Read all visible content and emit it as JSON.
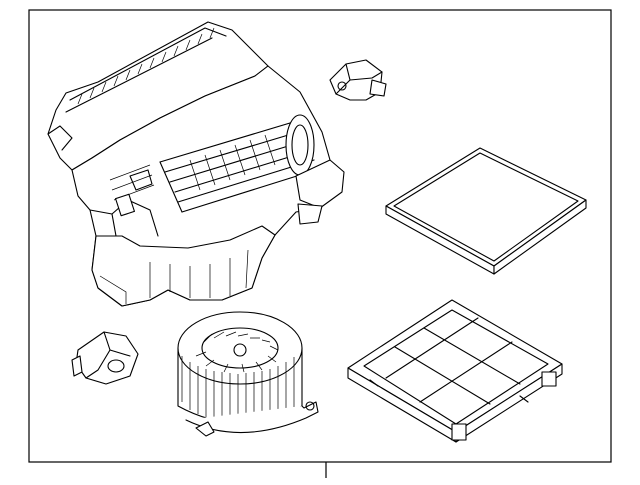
{
  "diagram": {
    "components": [
      {
        "name": "heater-blower-case-assembly"
      },
      {
        "name": "blower-resistor"
      },
      {
        "name": "cabin-air-filter"
      },
      {
        "name": "filter-holder-frame"
      },
      {
        "name": "blower-motor-wheel"
      },
      {
        "name": "motor-connector"
      }
    ],
    "colors": {
      "line": "#000000",
      "background": "#ffffff"
    }
  }
}
